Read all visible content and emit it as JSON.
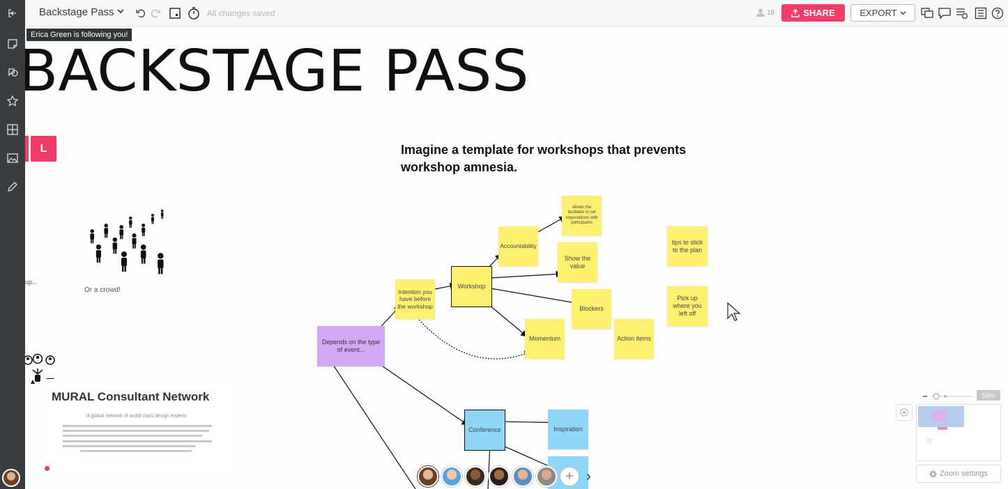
{
  "app": {
    "board_title": "Backstage Pass",
    "save_status": "All changes saved",
    "participant_count": "18",
    "share_label": "SHARE",
    "export_label": "EXPORT"
  },
  "canvas": {
    "follow_notice": "Erica Green is following you!",
    "big_title": "BACKSTAGE PASS",
    "badge_letter": "L",
    "headline": "Imagine a template for workshops that prevents workshop amnesia.",
    "crowd_label": "Or a crowd!",
    "partial_text": "up...",
    "stickies": [
      {
        "id": "depends",
        "text": "Depends on the type of event..."
      },
      {
        "id": "intention",
        "text": "Intention you have before the workshop"
      },
      {
        "id": "workshop",
        "text": "Workshop"
      },
      {
        "id": "accountability",
        "text": "Accountability"
      },
      {
        "id": "allows",
        "text": "Allows the facilitator to set expectations with participants"
      },
      {
        "id": "show-value",
        "text": "Show the value"
      },
      {
        "id": "blockers",
        "text": "Blockers"
      },
      {
        "id": "momentum",
        "text": "Momentum"
      },
      {
        "id": "action-items",
        "text": "Action items"
      },
      {
        "id": "tips",
        "text": "tips to stick to the plan"
      },
      {
        "id": "pickup",
        "text": "Pick up where you left off"
      },
      {
        "id": "conference",
        "text": "Conference"
      },
      {
        "id": "inspiration",
        "text": "Inspiration"
      }
    ],
    "doc_card": {
      "title": "MURAL Consultant Network",
      "subtitle": "A global network of world class design experts"
    }
  },
  "zoom": {
    "percent": "55%",
    "settings_label": "Zoom settings"
  },
  "colors": {
    "share": "#f23c6a",
    "rail": "#3a3d3f",
    "sticky_yellow": "#fdf06e",
    "sticky_purple": "#d3a8f3",
    "sticky_blue": "#8fd6f7"
  }
}
